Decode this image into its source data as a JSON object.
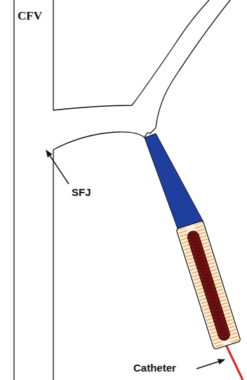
{
  "diagram": {
    "labels": [
      "CFV",
      "SFJ",
      "Catheter"
    ]
  }
}
